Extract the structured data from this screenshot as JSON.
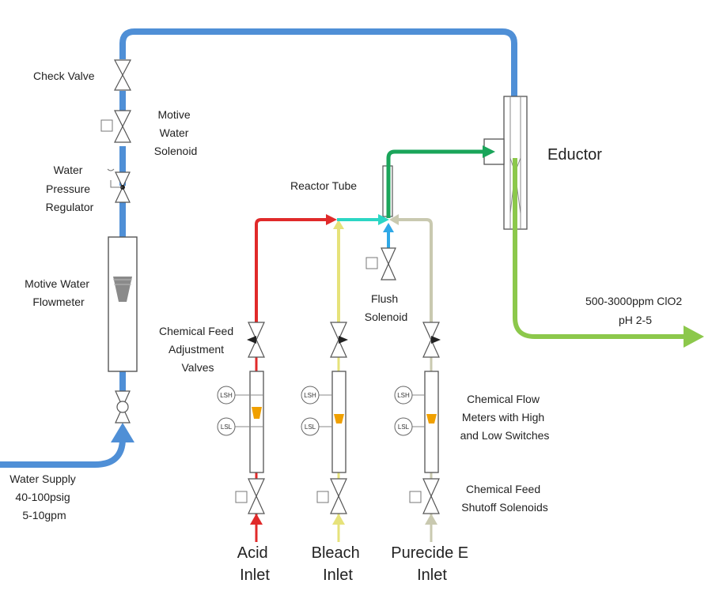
{
  "colors": {
    "water": "#4f8fd6",
    "acid": "#e02a2a",
    "bleach": "#e6e27a",
    "purecide": "#c9c9b0",
    "mix_cyan": "#2bd6c4",
    "flush": "#2fa8e6",
    "reactor_out": "#1aa55a",
    "product": "#8cc84b",
    "outline": "#555555",
    "float": "#f0a000"
  },
  "labels": {
    "check_valve": "Check Valve",
    "motive_water_solenoid": [
      "Motive",
      "Water",
      "Solenoid"
    ],
    "water_pressure_regulator": [
      "Water",
      "Pressure",
      "Regulator"
    ],
    "motive_water_flowmeter": [
      "Motive Water",
      "Flowmeter"
    ],
    "water_supply": [
      "Water Supply",
      "40-100psig",
      "5-10gpm"
    ],
    "reactor_tube": "Reactor Tube",
    "eductor": "Eductor",
    "flush_solenoid": [
      "Flush",
      "Solenoid"
    ],
    "product_output": [
      "500-3000ppm ClO2",
      "pH 2-5"
    ],
    "chemical_feed_adjustment_valves": [
      "Chemical Feed",
      "Adjustment",
      "Valves"
    ],
    "chemical_flow_meters": [
      "Chemical Flow",
      "Meters with High",
      "and Low Switches"
    ],
    "chemical_feed_shutoff_solenoids": [
      "Chemical Feed",
      "Shutoff Solenoids"
    ],
    "switch_high": "LSH",
    "switch_low": "LSL"
  },
  "inlets": [
    {
      "name": "Acid",
      "suffix": "Inlet"
    },
    {
      "name": "Bleach",
      "suffix": "Inlet"
    },
    {
      "name": "Purecide E",
      "suffix": "Inlet"
    }
  ]
}
